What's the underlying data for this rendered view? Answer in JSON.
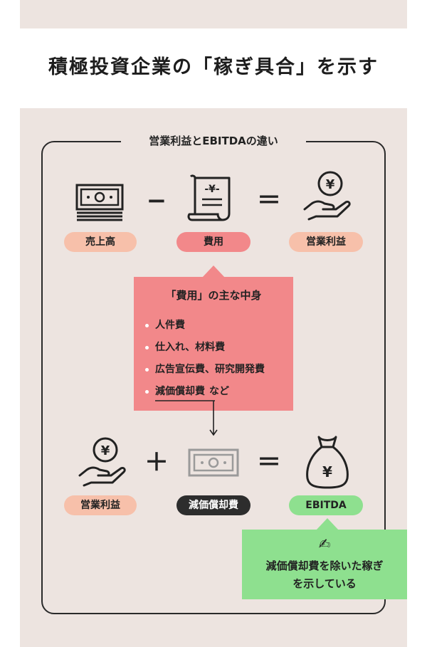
{
  "title": "積極投資企業の「稼ぎ具合」を示す",
  "diagram_title": "営業利益とEBITDAの違い",
  "row1": {
    "revenue": "売上高",
    "minus": "−",
    "expense": "費用",
    "equals": "＝",
    "operating_profit": "営業利益"
  },
  "expense_breakdown": {
    "title": "「費用」の主な中身",
    "items": [
      "人件費",
      "仕入れ、材料費",
      "広告宣伝費、研究開発費",
      "減価償却費"
    ],
    "last_suffix": "など"
  },
  "row2": {
    "operating_profit": "営業利益",
    "plus": "＋",
    "depreciation": "減価償却費",
    "equals": "＝",
    "ebitda": "EBITDA"
  },
  "note": {
    "line1": "減価償却費を除いた稼ぎ",
    "line2": "を示している"
  },
  "icons": [
    "cash-stack-icon",
    "invoice-yen-icon",
    "hand-coin-yen-icon",
    "banknote-icon",
    "money-bag-yen-icon",
    "writing-hand-icon"
  ]
}
